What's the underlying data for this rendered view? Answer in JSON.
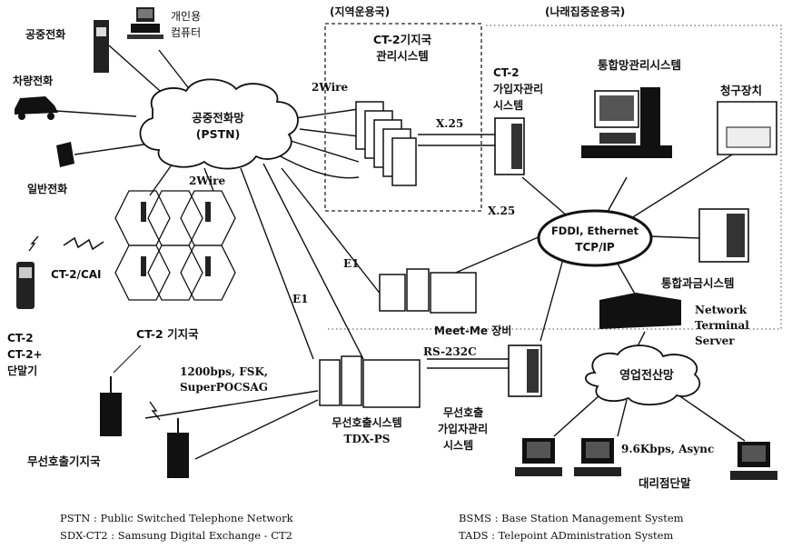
{
  "regions": {
    "regional": "(지역운용국)",
    "national": "(나래집중운용국)"
  },
  "nodes": {
    "pstn": {
      "line1": "공중전화망",
      "line2": "(PSTN)"
    },
    "payphone": "공중전화",
    "pc": {
      "line1": "개인용",
      "line2": "컴퓨터"
    },
    "carphone": "차량전화",
    "homephone": "일반전화",
    "bsms": {
      "line1": "CT-2기지국",
      "line2": "관리시스템"
    },
    "ct2_subscriber": {
      "line1": "CT-2",
      "line2": "가입자관리",
      "line3": "시스템"
    },
    "nms": "통합망관리시스템",
    "billing_device": "청구장치",
    "fddi": {
      "line1": "FDDI, Ethernet",
      "line2": "TCP/IP"
    },
    "integrated_billing": "통합과금시스템",
    "nts": {
      "line1": "Network",
      "line2": "Terminal",
      "line3": "Server"
    },
    "meetme": "Meet-Me 장비",
    "ct2_cai": "CT-2/CAI",
    "ct2_base": "CT-2 기지국",
    "terminal": {
      "line1": "CT-2",
      "line2": "CT-2+",
      "line3": "단말기"
    },
    "paging_system": {
      "line1": "무선호출시스템",
      "line2": "TDX-PS"
    },
    "paging_subscriber": {
      "line1": "무선호출",
      "line2": "가입자관리",
      "line3": "시스템"
    },
    "business_net": "영업전산망",
    "agency_terminal": "대리점단말",
    "paging_base": "무선호출기지국"
  },
  "links": {
    "twowire_top": "2Wire",
    "twowire_mid": "2Wire",
    "x25_top": "X.25",
    "x25_mid": "X.25",
    "e1_a": "E1",
    "e1_b": "E1",
    "rs232c": "RS-232C",
    "paging_protocol": {
      "line1": "1200bps, FSK,",
      "line2": "SuperPOCSAG"
    },
    "async": "9.6Kbps, Async"
  },
  "legend": {
    "pstn": "PSTN : Public Switched Telephone Network",
    "sdx": "SDX-CT2 : Samsung Digital Exchange - CT2",
    "bsms": "BSMS : Base Station Management System",
    "tads": "TADS : Telepoint ADministration System"
  }
}
